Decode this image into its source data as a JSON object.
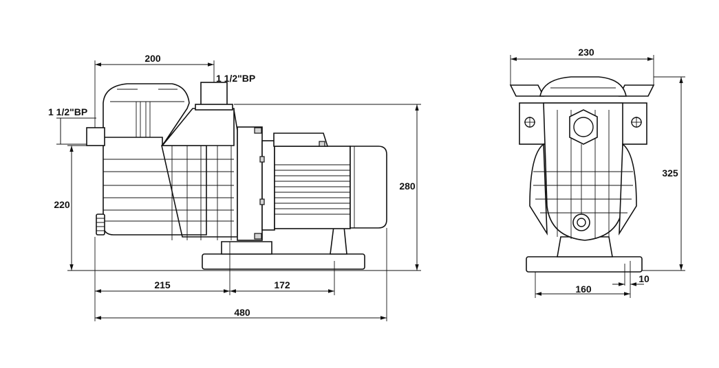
{
  "side_view": {
    "dim_top": "200",
    "port_top": "1 1/2\"BP",
    "port_side": "1 1/2\"BP",
    "dim_left": "220",
    "dim_right": "280",
    "dim_bottom_left": "215",
    "dim_bottom_mid": "172",
    "dim_total": "480"
  },
  "front_view": {
    "dim_top": "230",
    "dim_right": "325",
    "dim_bottom": "160",
    "dim_offset": "10"
  }
}
